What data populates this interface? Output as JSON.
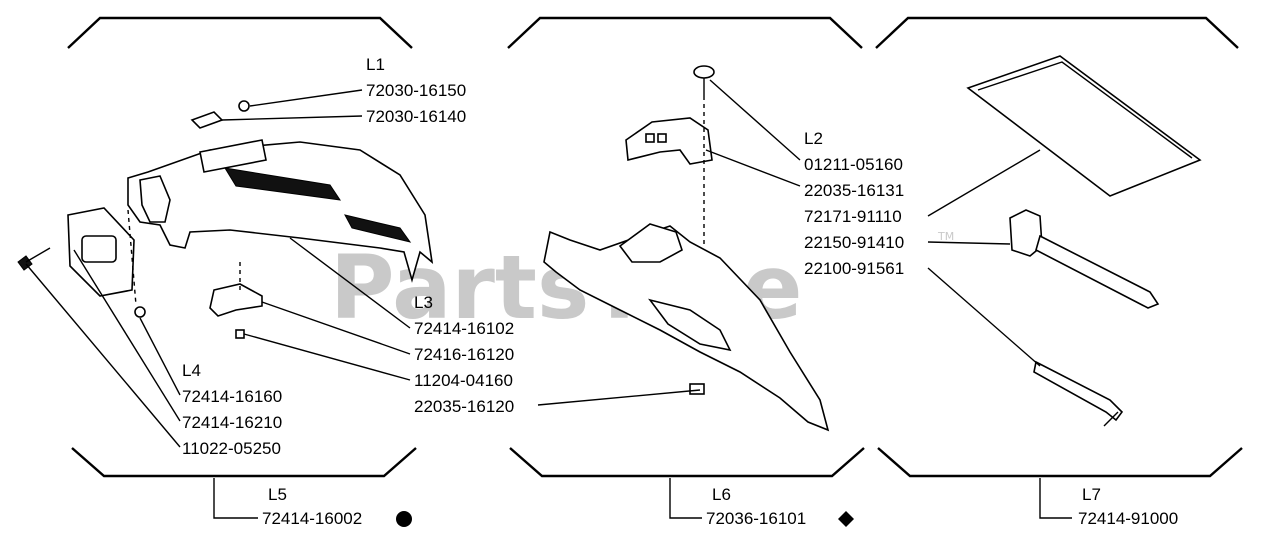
{
  "watermark": {
    "text": "PartsTree",
    "trademark": "TM"
  },
  "panels": {
    "left": {
      "labels": {
        "L1": "L1",
        "p1": "72030-16150",
        "p2": "72030-16140",
        "L3": "L3",
        "p3": "72414-16102",
        "p4": "72416-16120",
        "p5": "11204-04160",
        "p6": "22035-16120",
        "L4": "L4",
        "p7": "72414-16160",
        "p8": "72414-16210",
        "p9": "11022-05250",
        "L5": "L5",
        "assembly": "72414-16002"
      },
      "assembly_mark": "filled-circle"
    },
    "middle": {
      "labels": {
        "L2": "L2",
        "p1": "01211-05160",
        "p2": "22035-16131",
        "p3": "72171-91110",
        "p4": "22150-91410",
        "p5": "22100-91561",
        "L6": "L6",
        "assembly": "72036-16101"
      },
      "assembly_mark": "filled-diamond"
    },
    "right": {
      "labels": {
        "L7": "L7",
        "assembly": "72414-91000"
      }
    }
  },
  "icons": {
    "cover": "engine-cover-icon",
    "side_plate": "side-plate-icon",
    "bolt": "bolt-icon",
    "bracket": "bracket-icon",
    "guard": "blade-guard-icon",
    "manual": "manual-booklet-icon",
    "wrench": "socket-wrench-icon",
    "hex_key": "hex-key-icon"
  }
}
